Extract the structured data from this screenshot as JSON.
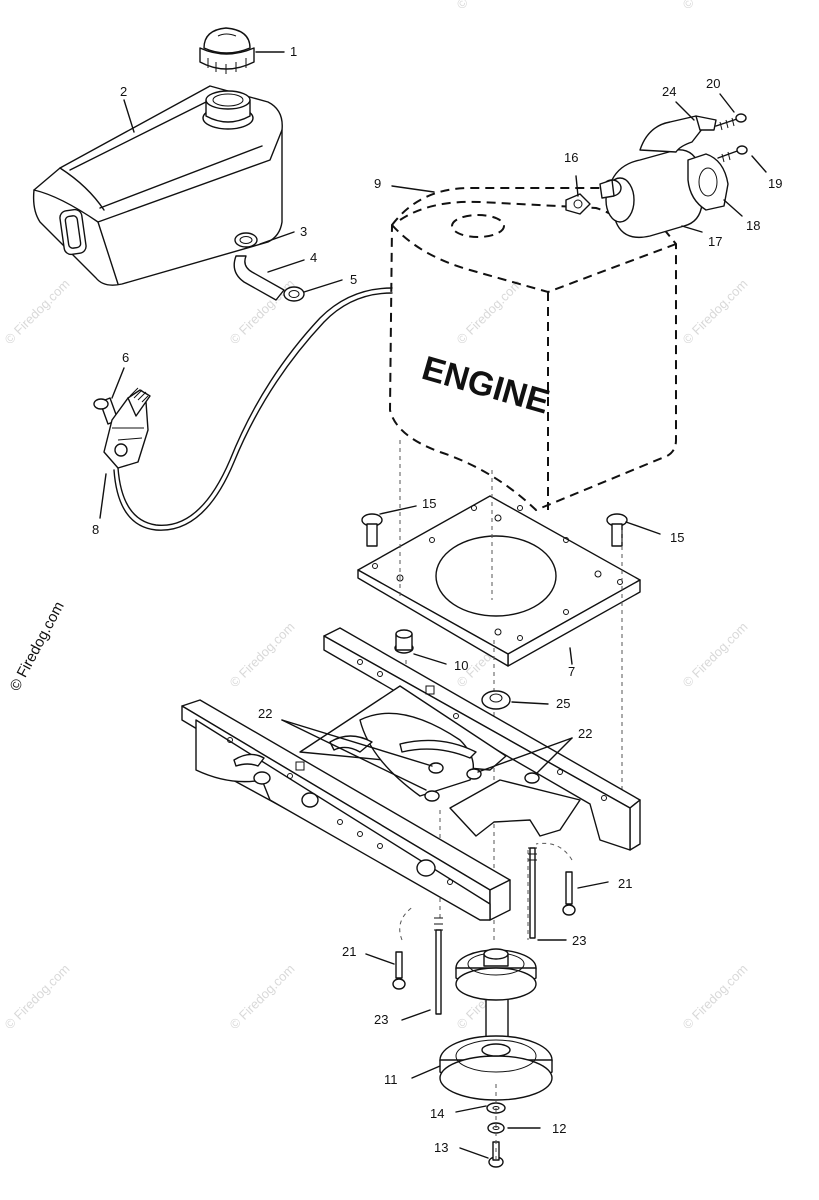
{
  "diagram": {
    "engine_label": "ENGINE",
    "copyright": "© Firedog.com",
    "watermark": "© Firedog.com",
    "callouts": [
      {
        "id": "c1",
        "text": "1"
      },
      {
        "id": "c2",
        "text": "2"
      },
      {
        "id": "c3",
        "text": "3"
      },
      {
        "id": "c4",
        "text": "4"
      },
      {
        "id": "c5",
        "text": "5"
      },
      {
        "id": "c6",
        "text": "6"
      },
      {
        "id": "c7",
        "text": "7"
      },
      {
        "id": "c8",
        "text": "8"
      },
      {
        "id": "c9",
        "text": "9"
      },
      {
        "id": "c10",
        "text": "10"
      },
      {
        "id": "c11",
        "text": "11"
      },
      {
        "id": "c12",
        "text": "12"
      },
      {
        "id": "c13",
        "text": "13"
      },
      {
        "id": "c14",
        "text": "14"
      },
      {
        "id": "c15a",
        "text": "15"
      },
      {
        "id": "c15b",
        "text": "15"
      },
      {
        "id": "c16",
        "text": "16"
      },
      {
        "id": "c17",
        "text": "17"
      },
      {
        "id": "c18",
        "text": "18"
      },
      {
        "id": "c19",
        "text": "19"
      },
      {
        "id": "c20",
        "text": "20"
      },
      {
        "id": "c21a",
        "text": "21"
      },
      {
        "id": "c21b",
        "text": "21"
      },
      {
        "id": "c22a",
        "text": "22"
      },
      {
        "id": "c22b",
        "text": "22"
      },
      {
        "id": "c23a",
        "text": "23"
      },
      {
        "id": "c23b",
        "text": "23"
      },
      {
        "id": "c24",
        "text": "24"
      },
      {
        "id": "c25",
        "text": "25"
      }
    ]
  }
}
